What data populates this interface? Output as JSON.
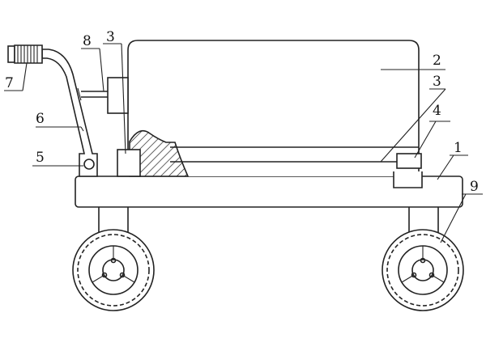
{
  "diagram": {
    "type": "patent-line-drawing",
    "subject": "cart",
    "background": "#ffffff",
    "line_color": "#222222",
    "labels": [
      {
        "id": "label-7",
        "text": "7"
      },
      {
        "id": "label-8",
        "text": "8"
      },
      {
        "id": "label-3-top",
        "text": "3"
      },
      {
        "id": "label-2",
        "text": "2"
      },
      {
        "id": "label-3-right",
        "text": "3"
      },
      {
        "id": "label-4",
        "text": "4"
      },
      {
        "id": "label-6",
        "text": "6"
      },
      {
        "id": "label-1",
        "text": "1"
      },
      {
        "id": "label-5",
        "text": "5"
      },
      {
        "id": "label-9",
        "text": "9"
      }
    ]
  }
}
